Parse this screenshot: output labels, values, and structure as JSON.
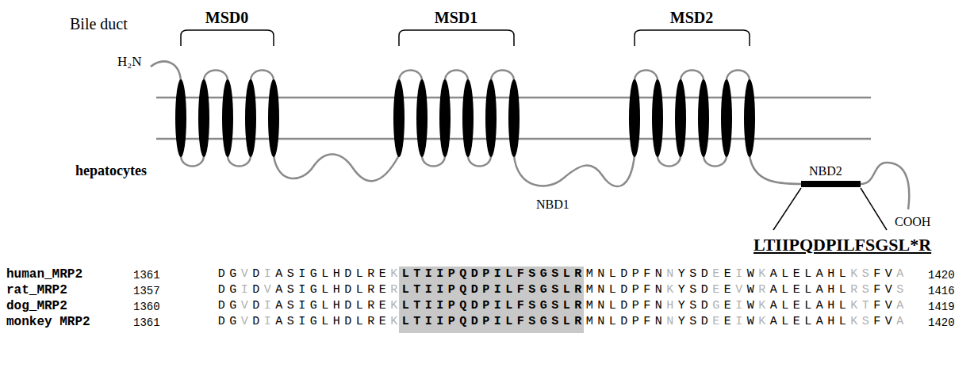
{
  "diagram": {
    "labels": [
      "Bile duct",
      "MSD0",
      "MSD1",
      "MSD2",
      "H₂N",
      "hepatocytes",
      "NBD1",
      "NBD2",
      "COOH",
      "LTIIPQDPILFSGSL*R",
      "human_MRP2",
      "1361",
      "DGVDIASIGLHDLREKLTIIPQDPILFSGSLRMNLDPFNNYSDEEIWKALELAHLKSFVA",
      "1420",
      "rat_MRP2",
      "1357",
      "DGIDVASIGLHDLRERLTIIPQDPILFSGSLRMNLDPFNKYSDEEVWRALELAHLRSFVS",
      "1416",
      "dog_MRP2",
      "1360",
      "DGVDIASIGLHDLREKLTIIPQDPILFSGSLRMNLDPFNHYSDGEIWKALELAHLKTFVA",
      "1419",
      "monkey MRP2",
      "1361",
      "DGVDIASIGLHDLREKLTIIPQDPILFSGSLRMNLDPFNNYSDEEIWKALELAHLKSFVA",
      "1420"
    ]
  }
}
